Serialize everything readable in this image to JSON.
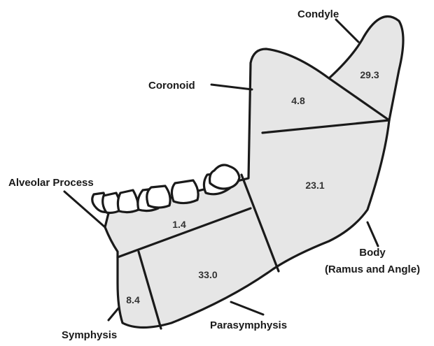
{
  "labels": {
    "condyle": "Condyle",
    "coronoid": "Coronoid",
    "alveolar_process": "Alveolar Process",
    "body_line1": "Body",
    "body_line2": "(Ramus and Angle)",
    "symphysis": "Symphysis",
    "parasymphysis": "Parasymphysis"
  },
  "values": {
    "condyle": "29.3",
    "coronoid": "4.8",
    "body": "23.1",
    "alveolar": "1.4",
    "parasymphysis": "33.0",
    "symphysis": "8.4"
  },
  "colors": {
    "fill": "#e6e6e6",
    "stroke": "#1a1a1a",
    "teeth": "#ffffff"
  }
}
